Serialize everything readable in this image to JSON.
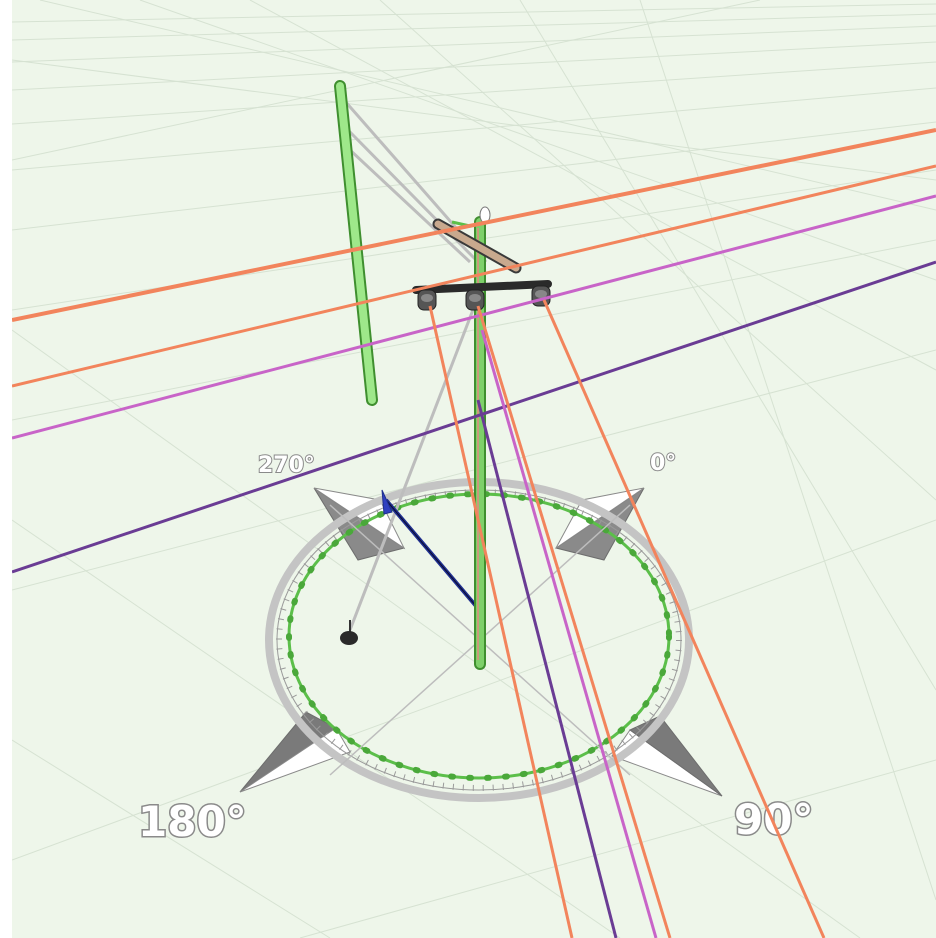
{
  "scene": {
    "compass_labels": {
      "north": "0°",
      "east": "90°",
      "south": "180°",
      "west": "270°"
    },
    "colors": {
      "background": "#eef6ea",
      "grid": "#d9e3d6",
      "pole": "#8fd97a",
      "pole_outline": "#4fa13d",
      "crossarm": "#b99a7f",
      "crossarm_dark": "#2f2f2f",
      "conductor_orange": "#f2845c",
      "conductor_pink": "#c864c8",
      "conductor_purple": "#6a3c94",
      "guy_wire": "#bdbdbd",
      "selection_green": "#5cbf4a",
      "anchor_blue": "#1f2f8f",
      "compass_ring": "#c9c9c9",
      "compass_arrow_dark": "#7a7a7a"
    }
  }
}
